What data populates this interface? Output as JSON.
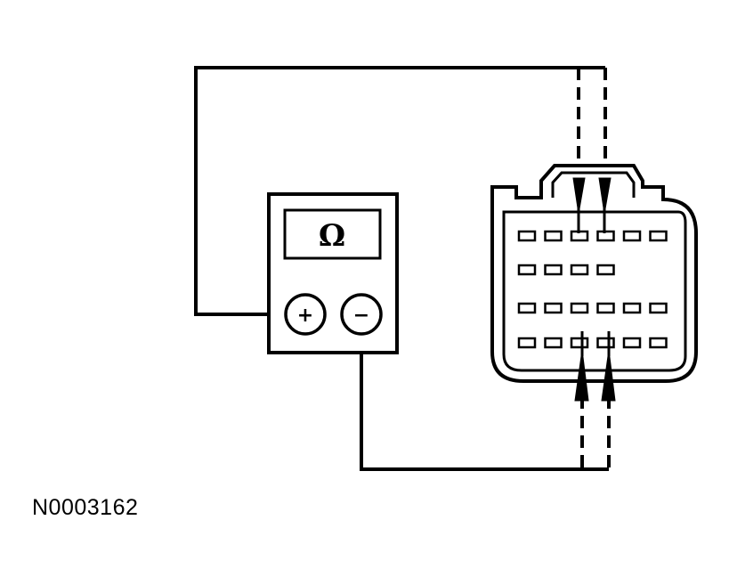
{
  "meter": {
    "display_symbol": "Ω",
    "positive_symbol": "+",
    "negative_symbol": "−"
  },
  "connector": {
    "pin_rows": [
      6,
      4,
      6,
      6
    ],
    "probed_pins": {
      "top_row": [
        3,
        4
      ],
      "bottom_row": [
        3,
        4
      ]
    }
  },
  "figure_id": "N0003162",
  "colors": {
    "ink": "#000000",
    "background": "#ffffff"
  }
}
